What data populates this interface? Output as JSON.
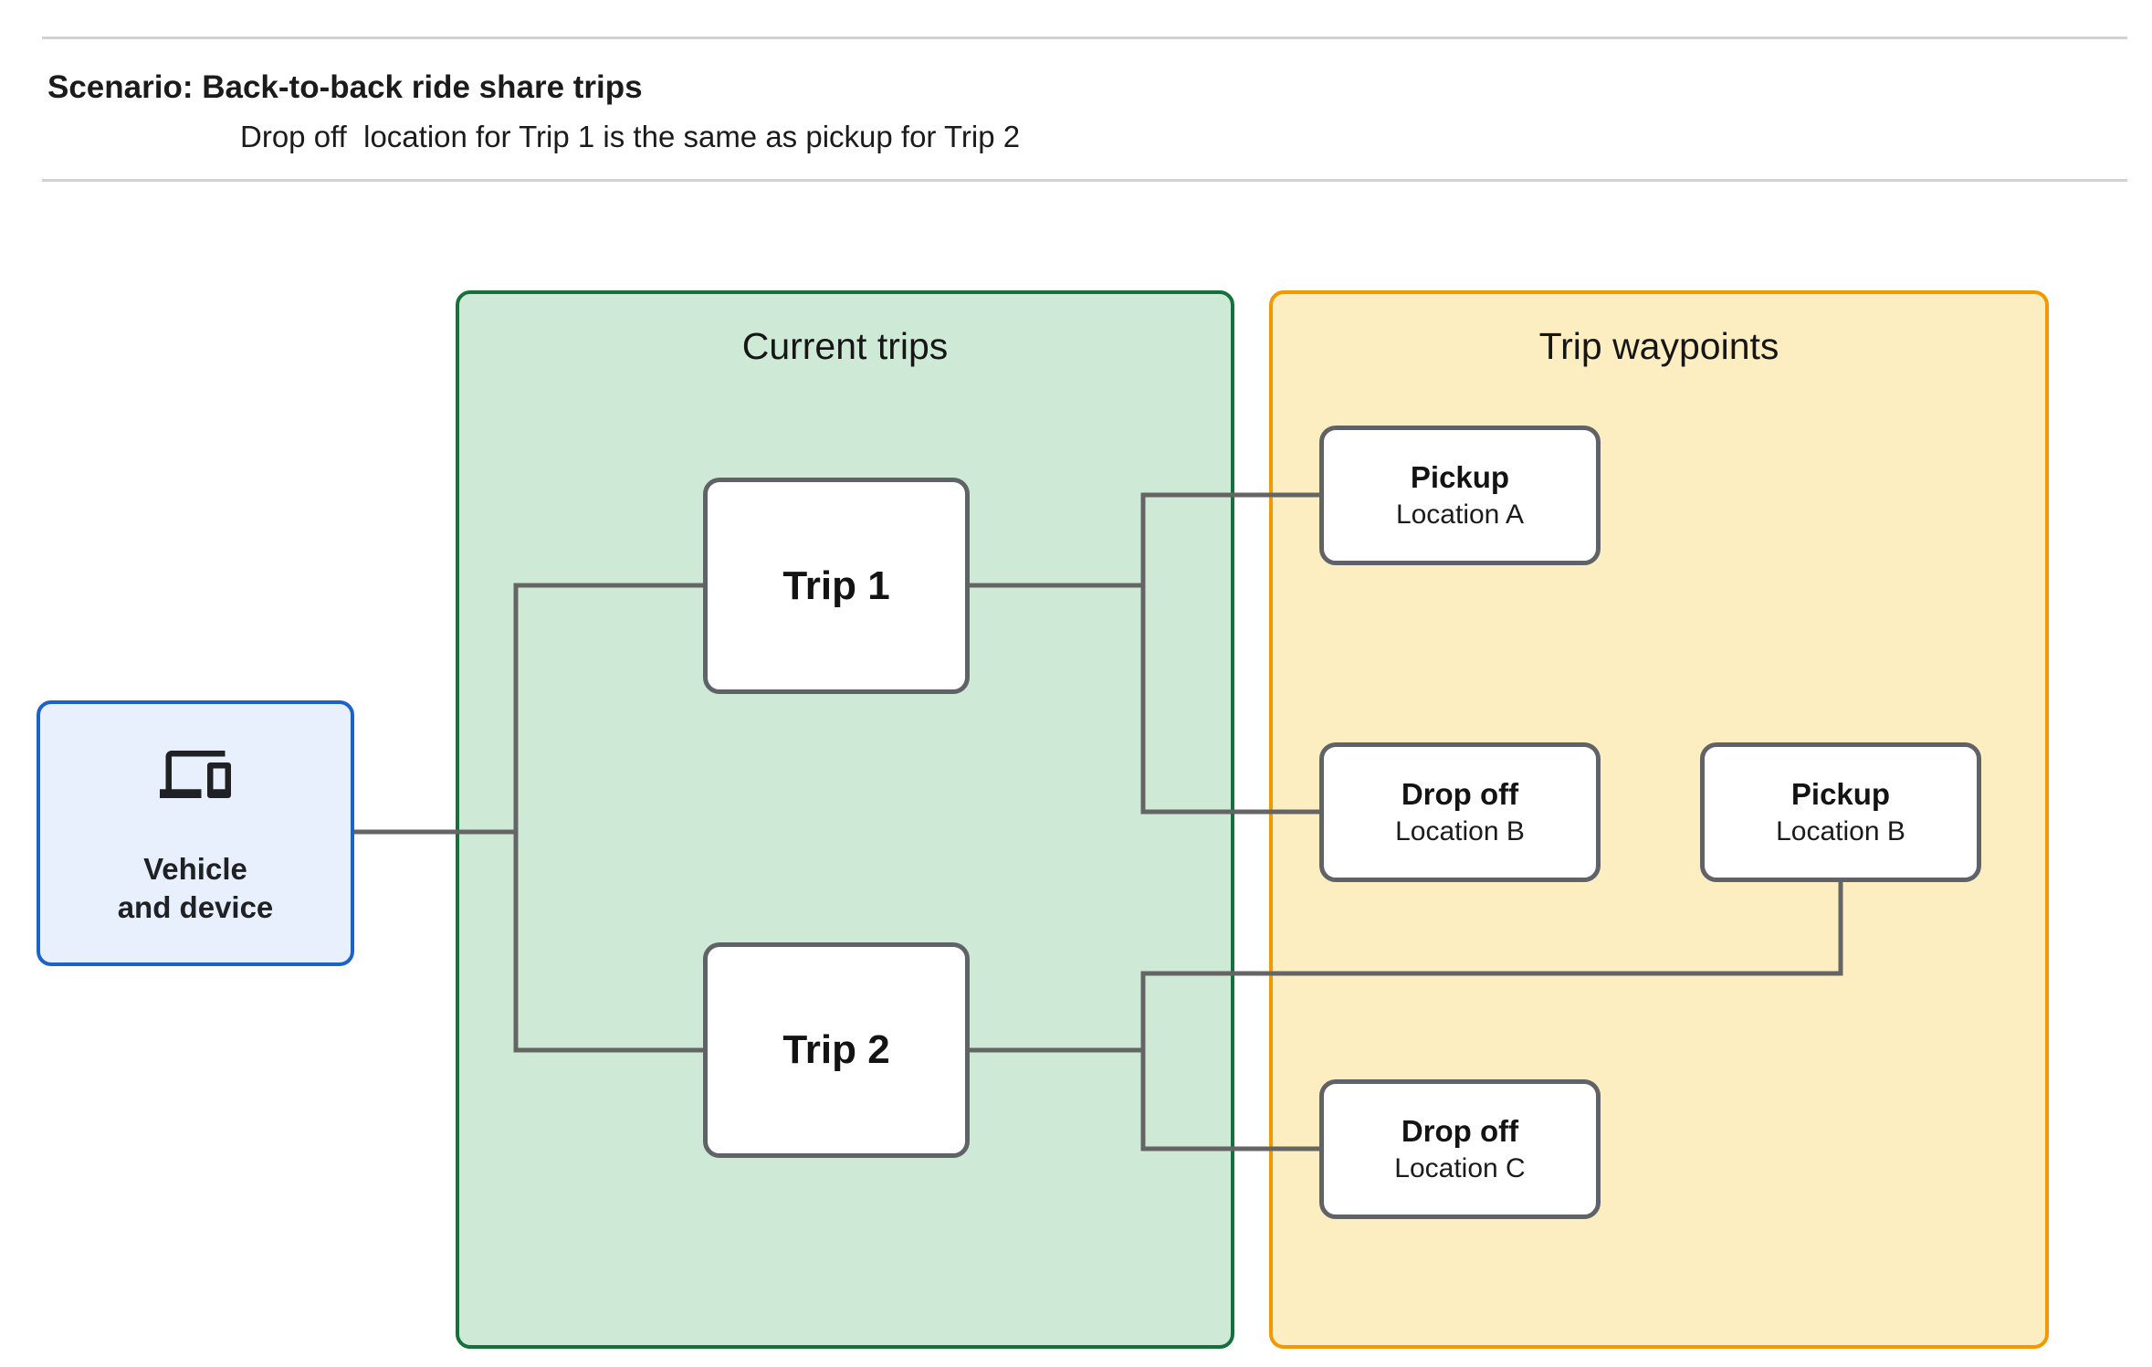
{
  "header": {
    "title": "Scenario: Back-to-back ride share trips",
    "subtitle": "Drop off  location for Trip 1 is the same as pickup for Trip 2"
  },
  "vehicle_node": {
    "icon": "devices-icon",
    "label_line1": "Vehicle",
    "label_line2": "and device"
  },
  "groups": {
    "current_trips": {
      "label": "Current trips",
      "fill": "#ceead6",
      "border": "#16703c"
    },
    "trip_waypoints": {
      "label": "Trip waypoints",
      "fill": "#fdeec2",
      "border": "#f29900"
    }
  },
  "trips": [
    {
      "label": "Trip 1"
    },
    {
      "label": "Trip 2"
    }
  ],
  "waypoints": [
    {
      "title": "Pickup",
      "subtitle": "Location A"
    },
    {
      "title": "Drop off",
      "subtitle": "Location B"
    },
    {
      "title": "Pickup",
      "subtitle": "Location B"
    },
    {
      "title": "Drop off",
      "subtitle": "Location C"
    }
  ],
  "colors": {
    "vehicle_fill": "#e8f0fe",
    "vehicle_border": "#1b63cb",
    "node_border": "#5f6368",
    "connector": "#656565",
    "divider": "#d2d2d2",
    "text": "#202124"
  }
}
